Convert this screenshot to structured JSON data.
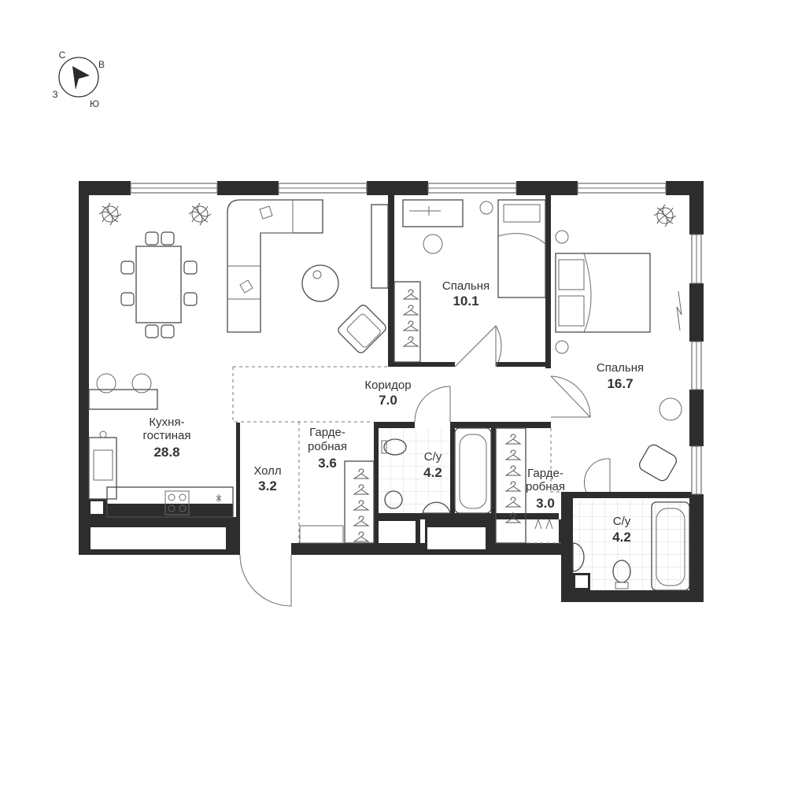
{
  "compass": {
    "north": "С",
    "east": "В",
    "south": "Ю",
    "west": "З"
  },
  "rooms": {
    "kitchen_living": {
      "name_line1": "Кухня-",
      "name_line2": "гостиная",
      "area": "28.8"
    },
    "bedroom_small": {
      "name": "Спальня",
      "area": "10.1"
    },
    "bedroom_large": {
      "name": "Спальня",
      "area": "16.7"
    },
    "corridor": {
      "name": "Коридор",
      "area": "7.0"
    },
    "hall": {
      "name": "Холл",
      "area": "3.2"
    },
    "wardrobe_left": {
      "name_line1": "Гарде-",
      "name_line2": "робная",
      "area": "3.6"
    },
    "bathroom_center": {
      "name": "С/у",
      "area": "4.2"
    },
    "wardrobe_right": {
      "name_line1": "Гарде-",
      "name_line2": "робная",
      "area": "3.0"
    },
    "bathroom_right": {
      "name": "С/у",
      "area": "4.2"
    }
  }
}
